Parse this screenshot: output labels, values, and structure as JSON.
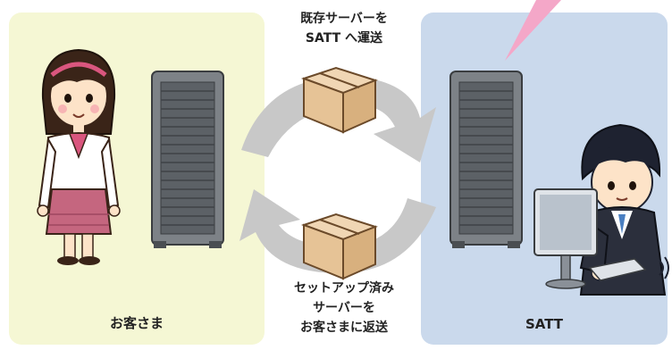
{
  "customer_panel": {
    "label": "お客さま"
  },
  "satt_panel": {
    "label": "SATT"
  },
  "transfer_caption": {
    "line1": "既存サーバーを",
    "line2": "SATT へ運送"
  },
  "return_caption": {
    "line1": "セットアップ済み",
    "line2": "サーバーを",
    "line3": "お客さまに返送"
  },
  "colors": {
    "customer_bg": "#f5f7d4",
    "satt_bg": "#cad9ec",
    "arrow": "#c8c8c8",
    "box": "#e8c9a0",
    "callout": "#f4a7c8"
  },
  "icons": [
    "woman-customer-icon",
    "server-rack-icon",
    "cardboard-box-icon",
    "cycle-arrow-icon",
    "technician-icon",
    "computer-monitor-icon"
  ]
}
